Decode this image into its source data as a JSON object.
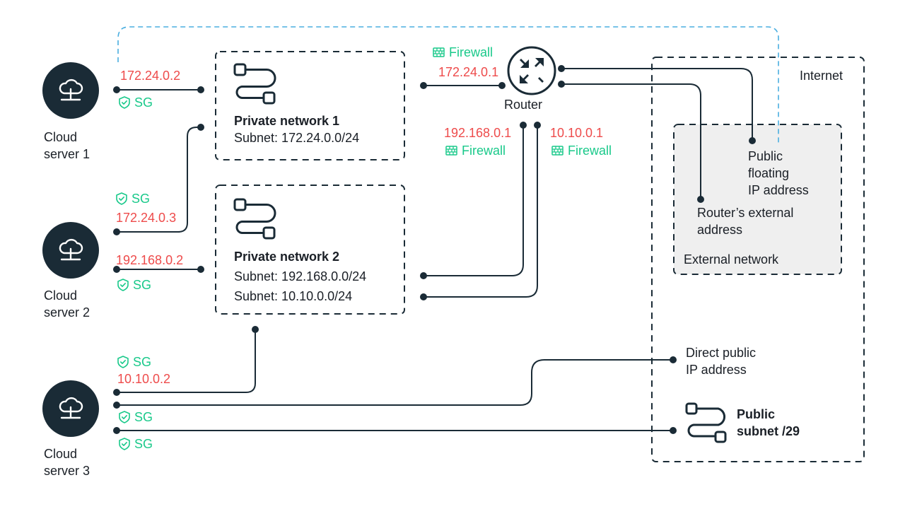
{
  "servers": [
    {
      "line1": "Cloud",
      "line2": "server 1"
    },
    {
      "line1": "Cloud",
      "line2": "server 2"
    },
    {
      "line1": "Cloud",
      "line2": "server 3"
    }
  ],
  "icons": {
    "server": "cloud-server-icon",
    "network": "private-network-icon",
    "router": "router-icon",
    "sg": "shield-check-icon",
    "firewall": "firewall-icon"
  },
  "networks": {
    "private1": {
      "title": "Private network 1",
      "subnet": "Subnet: 172.24.0.0/24"
    },
    "private2": {
      "title": "Private network 2",
      "subnet1": "Subnet: 192.168.0.0/24",
      "subnet2": "Subnet: 10.10.0.0/24"
    },
    "public_subnet": {
      "line1": "Public",
      "line2": "subnet /29"
    },
    "external": {
      "title": "External network"
    },
    "internet": {
      "title": "Internet"
    }
  },
  "router": {
    "label": "Router"
  },
  "ips": {
    "s1_p1": "172.24.0.2",
    "s2_p1": "172.24.0.3",
    "s2_p2": "192.168.0.2",
    "s3_p2": "10.10.0.2",
    "router_p1": "172.24.0.1",
    "router_p2a": "192.168.0.1",
    "router_p2b": "10.10.0.1"
  },
  "security": {
    "sg": "SG",
    "firewall": "Firewall"
  },
  "addresses": {
    "floating": {
      "line1": "Public",
      "line2": "floating",
      "line3": "IP address"
    },
    "router_external": {
      "line1": "Router’s external",
      "line2": "address"
    },
    "direct": {
      "line1": "Direct public",
      "line2": "IP address"
    }
  },
  "colors": {
    "dark": "#1a2b36",
    "ip_red": "#ee4b4b",
    "green": "#19c98a",
    "dash_blue": "#4aaee0",
    "external_fill": "#efefef"
  }
}
